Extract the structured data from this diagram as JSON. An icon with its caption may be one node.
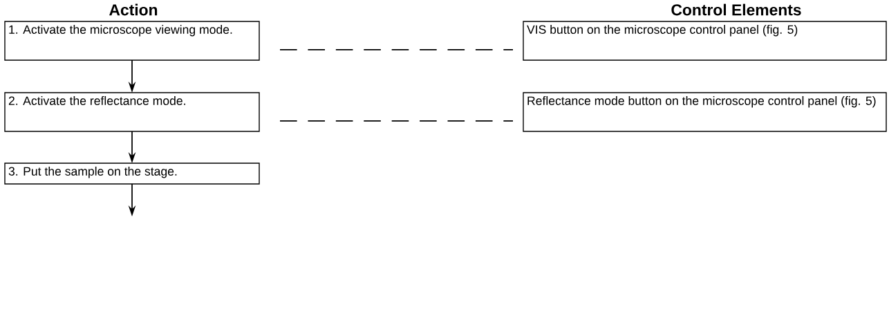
{
  "diagram": {
    "nodes": [
      {
        "text": [
          "1. Activate the microscope viewing mode."
        ]
      },
      {
        "text": [
          "VIS button on the microscope control panel (fig. 5)"
        ]
      },
      {
        "text": [
          "2. Activate the reflectance mode."
        ]
      },
      {
        "text": [
          "Reflectance mode button on the microscope control panel (fig. 5)"
        ]
      },
      {
        "text": [
          "3. Put the sample on the stage."
        ]
      }
    ],
    "edges": [
      {
        "from": 0,
        "to": 1,
        "arrow": "none",
        "style": "dashed"
      },
      {
        "from": 0,
        "to": 2,
        "arrow": "to"
      },
      {
        "from": 2,
        "to": 3,
        "arrow": "none",
        "style": "dashed"
      },
      {
        "from": 2,
        "to": 4,
        "arrow": "to"
      },
      {
        "from": 4,
        "to": null,
        "arrow": "to"
      }
    ],
    "labels": [
      "Action",
      "Control Elements"
    ]
  }
}
